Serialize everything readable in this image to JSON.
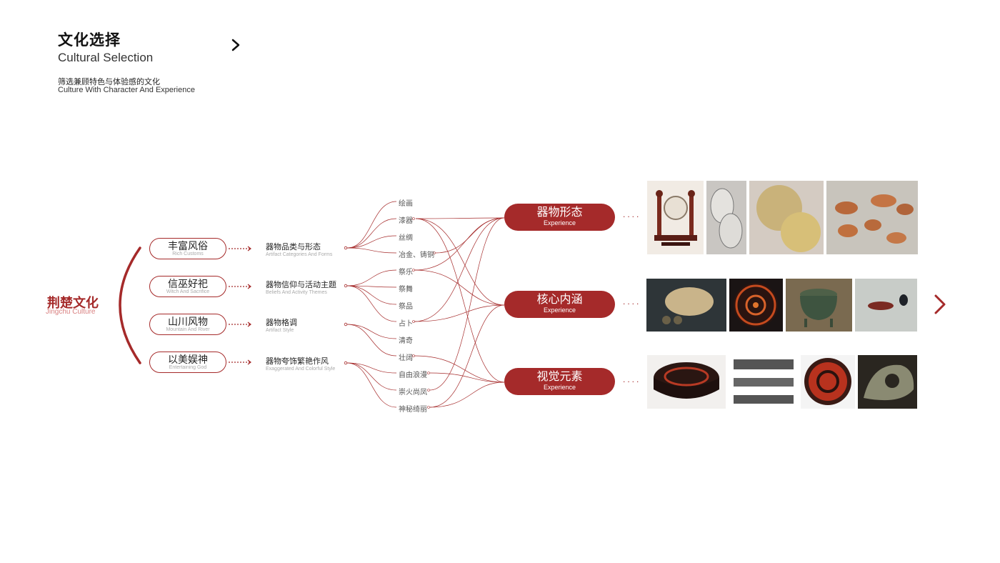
{
  "header": {
    "title_zh": "文化选择",
    "title_en": "Cultural Selection",
    "subtitle_zh": "筛选兼顾特色与体验感的文化",
    "subtitle_en": "Culture With Character And Experience"
  },
  "root": {
    "zh": "荆楚文化",
    "en": "Jingchu Culture"
  },
  "themes": [
    {
      "zh": "丰富风俗",
      "en": "Rich Customs"
    },
    {
      "zh": "信巫好祀",
      "en": "Witch And Sacrifice"
    },
    {
      "zh": "山川风物",
      "en": "Mountain And River"
    },
    {
      "zh": "以美娱神",
      "en": "Entertaining God"
    }
  ],
  "aspects": [
    {
      "zh": "器物品类与形态",
      "en": "Artifact Categories And Forms"
    },
    {
      "zh": "器物信仰与活动主题",
      "en": "Beliefs And Activity Themes"
    },
    {
      "zh": "器物格调",
      "en": "Artifact Style"
    },
    {
      "zh": "器物夸饰繁艳作风",
      "en": "Exaggerated And Colorful Style"
    }
  ],
  "leaves": [
    "绘画",
    "漆器",
    "丝绸",
    "冶金、铸铜",
    "祭乐",
    "祭舞",
    "祭品",
    "占卜",
    "清奇",
    "壮阔",
    "自由浪漫",
    "崇火尚凤",
    "神秘绮丽"
  ],
  "categories": [
    {
      "zh": "器物形态",
      "en": "Experience"
    },
    {
      "zh": "核心内涵",
      "en": "Experience"
    },
    {
      "zh": "视觉元素",
      "en": "Experience"
    }
  ],
  "dots": "....",
  "colors": {
    "accent": "#a52a2a",
    "accent_light": "#d98080"
  },
  "icons": {
    "top_arrow": "chevron-right-icon",
    "side_arrow": "chevron-right-icon"
  }
}
